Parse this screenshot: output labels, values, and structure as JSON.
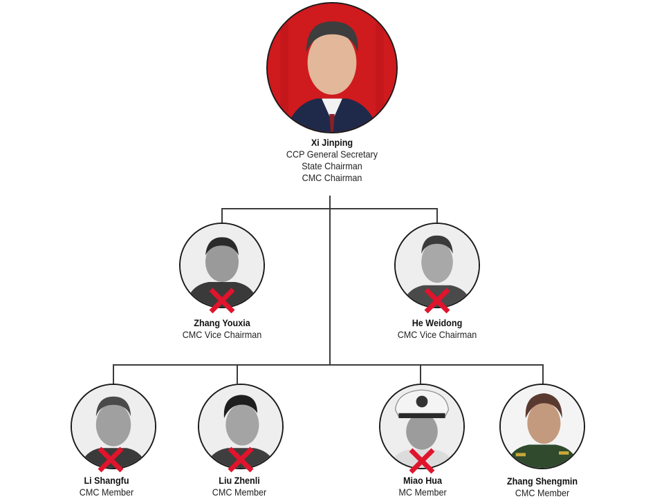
{
  "chart": {
    "leader": {
      "name": "Xi Jinping",
      "titles": [
        "CCP General Secretary",
        "State Chairman",
        "CMC Chairman"
      ],
      "portrait_bg": "#d8171b",
      "crossed_out": false
    },
    "vice_chairmen": [
      {
        "name": "Zhang Youxia",
        "title": "CMC Vice Chairman",
        "crossed_out": true
      },
      {
        "name": "He Weidong",
        "title": "CMC Vice Chairman",
        "crossed_out": true
      }
    ],
    "members": [
      {
        "name": "Li Shangfu",
        "title": "CMC Member",
        "crossed_out": true
      },
      {
        "name": "Liu Zhenli",
        "title": "CMC Member",
        "crossed_out": true
      },
      {
        "name": "Miao Hua",
        "title": "MC Member",
        "crossed_out": true
      },
      {
        "name": "Zhang Shengmin",
        "title": "CMC Member",
        "crossed_out": false
      }
    ]
  },
  "colors": {
    "cross": "#e0142c",
    "connector": "#3a3a3a",
    "leader_bg": "#d8171b"
  },
  "icons": {
    "cross_mark": "x-cross-icon"
  }
}
